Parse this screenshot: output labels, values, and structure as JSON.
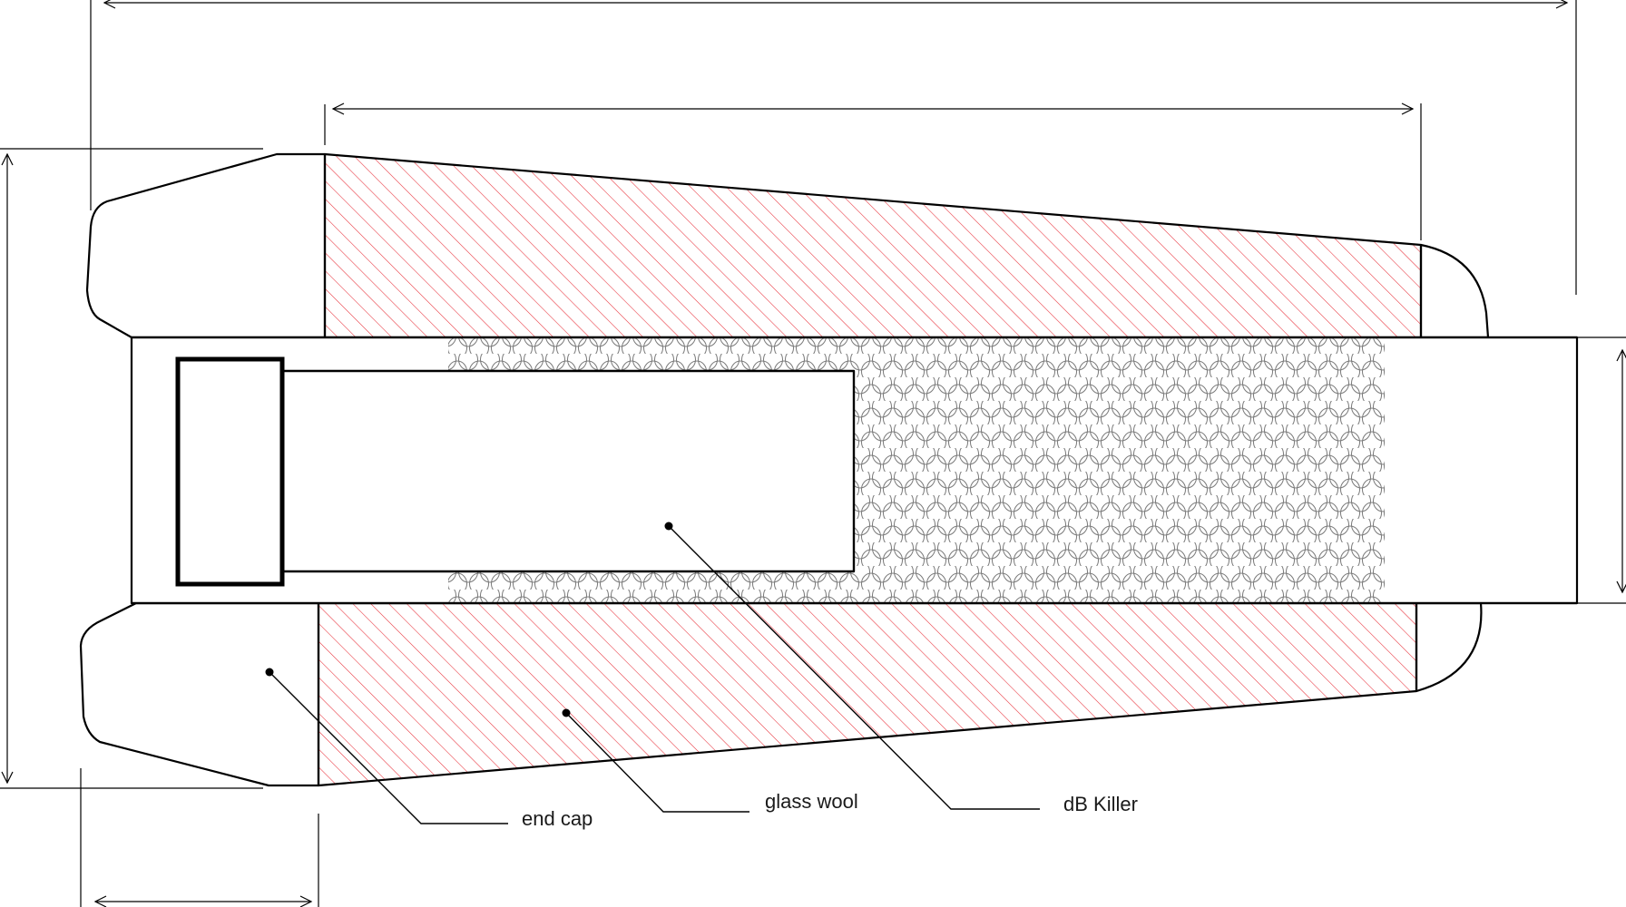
{
  "labels": {
    "end_cap": "end cap",
    "glass_wool": "glass wool",
    "db_killer": "dB Killer"
  },
  "colors": {
    "hatch": "#e8303a",
    "outline": "#000000",
    "bead": "#7a7a7a"
  }
}
